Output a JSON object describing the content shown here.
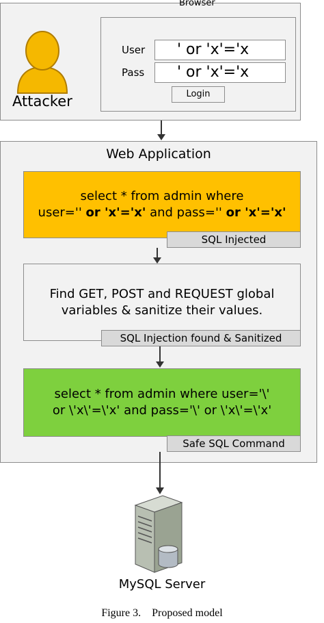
{
  "browser": {
    "title": "Browser",
    "user_label": "User",
    "user_value": "' or 'x'='x",
    "pass_label": "Pass",
    "pass_value": "' or 'x'='x",
    "login_label": "Login"
  },
  "attacker": {
    "label": "Attacker"
  },
  "web_app": {
    "title": "Web Application"
  },
  "stage_injected": {
    "line1": "select * from admin where",
    "line2_a": "user='' ",
    "line2_b": "or 'x'='x'",
    "line2_c": " and pass='' ",
    "line2_d": "or 'x'='x'",
    "tag": "SQL Injected"
  },
  "stage_sanitize": {
    "line1": "Find GET, POST and REQUEST global",
    "line2": "variables & sanitize their values.",
    "tag": "SQL Injection found & Sanitized"
  },
  "stage_safe": {
    "line1": "select * from admin where user='\\'",
    "line2": "or \\'x\\'=\\'x' and pass='\\' or \\'x\\'=\\'x'",
    "tag": "Safe SQL Command"
  },
  "server": {
    "label": "MySQL Server"
  },
  "caption": "Figure 3.    Proposed model",
  "colors": {
    "injected": "#ffc000",
    "sanitize": "#f2f2f2",
    "safe": "#7ed03e",
    "tag": "#d9d9d9"
  }
}
